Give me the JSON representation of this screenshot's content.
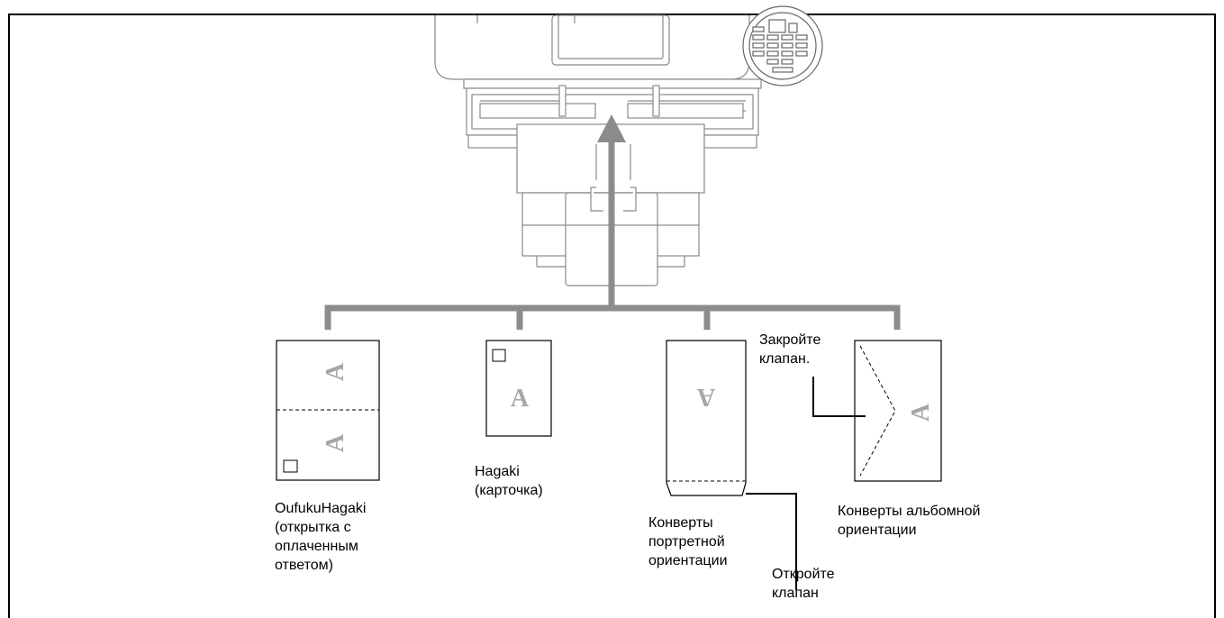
{
  "diagram": {
    "colors": {
      "arrow": "#8c8c8c",
      "line": "#000000",
      "glyph": "#a6a6a6"
    },
    "icons": [
      "printer-icon",
      "control-panel-icon",
      "upward-arrow-icon"
    ],
    "media": [
      {
        "id": "oufuku",
        "label": "OufukuHagaki\n(открытка с\nоплаченным\nответом)",
        "glyph": "A"
      },
      {
        "id": "hagaki",
        "label": "Hagaki\n(карточка)",
        "glyph": "A"
      },
      {
        "id": "env_portrait",
        "label": "Конверты\nпортретной\nориентации",
        "glyph": "A"
      },
      {
        "id": "env_landscape",
        "label": "Конверты альбомной\nориентации",
        "glyph": "A"
      }
    ],
    "callouts": {
      "close_flap": "Закройте\nклапан.",
      "open_flap": "Откройте\nклапан"
    }
  }
}
